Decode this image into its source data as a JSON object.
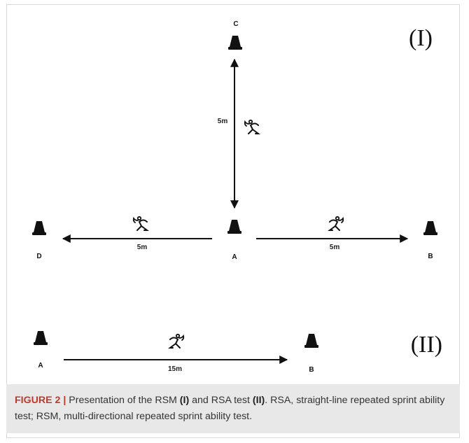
{
  "diagram_1": {
    "label": "(I)",
    "cones": {
      "a": "A",
      "b": "B",
      "c": "C",
      "d": "D"
    },
    "distances": {
      "a_to_c": "5m",
      "a_to_d": "5m",
      "a_to_b": "5m"
    }
  },
  "diagram_2": {
    "label": "(II)",
    "cones": {
      "a": "A",
      "b": "B"
    },
    "distances": {
      "a_to_b": "15m"
    }
  },
  "caption": {
    "figure_label": "FIGURE 2 |",
    "text_1": " Presentation of the RSM ",
    "bold_1": "(I)",
    "text_2": " and RSA test ",
    "bold_2": "(II)",
    "text_3": ". RSA, straight-line repeated sprint ability test; RSM, multi-directional repeated sprint ability test."
  },
  "colors": {
    "figure_label": "#c0392b",
    "caption_background": "#e8e8e8",
    "line": "#111111"
  },
  "icons": [
    "cone-icon",
    "runner-icon"
  ]
}
